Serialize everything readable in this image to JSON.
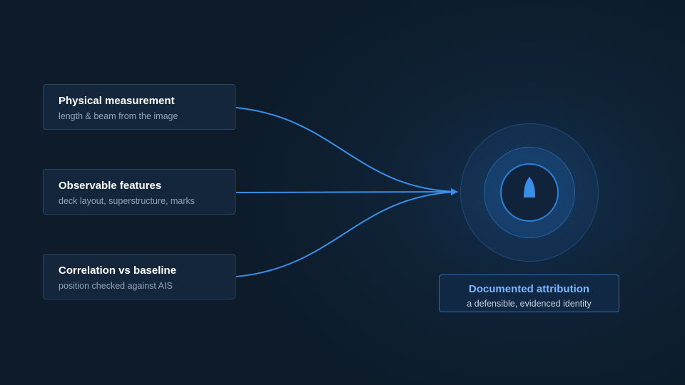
{
  "inputs": [
    {
      "title": "Physical measurement",
      "subtitle": "length & beam from the image"
    },
    {
      "title": "Observable features",
      "subtitle": "deck layout, superstructure, marks"
    },
    {
      "title": "Correlation vs baseline",
      "subtitle": "position checked against AIS"
    }
  ],
  "output": {
    "title": "Documented attribution",
    "subtitle": "a defensible, evidenced identity",
    "icon": "ship-icon"
  },
  "colors": {
    "background": "#0d1b2a",
    "connector": "#3a8ee6",
    "accent_text": "#7ab8ff",
    "box_fill": "#13263b",
    "box_border": "#2a4360"
  }
}
